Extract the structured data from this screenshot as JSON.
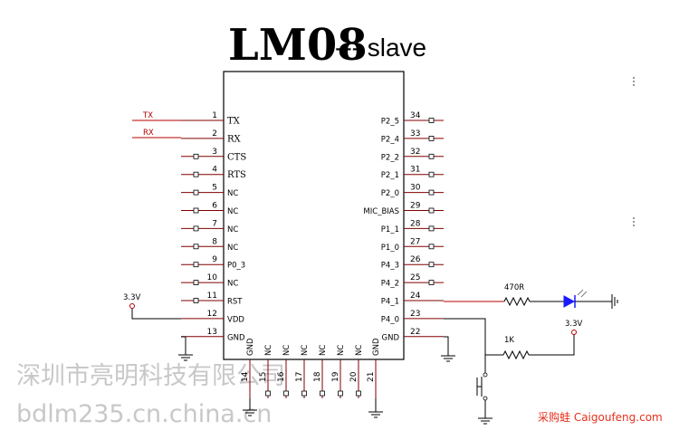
{
  "title": {
    "part": "LM08",
    "suffix": "--- slave"
  },
  "left_pins": [
    {
      "num": "1",
      "name": "TX",
      "serif": true,
      "net": "TX"
    },
    {
      "num": "2",
      "name": "RX",
      "serif": true,
      "net": "RX"
    },
    {
      "num": "3",
      "name": "CTS",
      "serif": true,
      "nc": true
    },
    {
      "num": "4",
      "name": "RTS",
      "serif": true,
      "nc": true
    },
    {
      "num": "5",
      "name": "NC",
      "nc": true
    },
    {
      "num": "6",
      "name": "NC",
      "nc": true
    },
    {
      "num": "7",
      "name": "NC",
      "nc": true
    },
    {
      "num": "8",
      "name": "NC",
      "nc": true
    },
    {
      "num": "9",
      "name": "P0_3",
      "nc": true
    },
    {
      "num": "10",
      "name": "NC",
      "nc": true
    },
    {
      "num": "11",
      "name": "RST",
      "nc": true
    },
    {
      "num": "12",
      "name": "VDD"
    },
    {
      "num": "13",
      "name": "GND"
    }
  ],
  "right_pins": [
    {
      "num": "34",
      "name": "P2_5",
      "nc": true
    },
    {
      "num": "33",
      "name": "P2_4",
      "nc": true
    },
    {
      "num": "32",
      "name": "P2_2",
      "nc": true
    },
    {
      "num": "31",
      "name": "P2_1",
      "nc": true
    },
    {
      "num": "30",
      "name": "P2_0",
      "nc": true
    },
    {
      "num": "29",
      "name": "MIC_BIAS",
      "nc": true
    },
    {
      "num": "28",
      "name": "P1_1",
      "nc": true
    },
    {
      "num": "27",
      "name": "P1_0",
      "nc": true
    },
    {
      "num": "26",
      "name": "P4_3",
      "nc": true
    },
    {
      "num": "25",
      "name": "P4_2",
      "nc": true
    },
    {
      "num": "24",
      "name": "P4_1"
    },
    {
      "num": "23",
      "name": "P4_0"
    },
    {
      "num": "22",
      "name": "GND"
    }
  ],
  "bottom_pins": [
    {
      "num": "14",
      "name": "GND"
    },
    {
      "num": "15",
      "name": "NC",
      "nc": true
    },
    {
      "num": "16",
      "name": "NC",
      "nc": true
    },
    {
      "num": "17",
      "name": "NC",
      "nc": true
    },
    {
      "num": "18",
      "name": "NC",
      "nc": true
    },
    {
      "num": "19",
      "name": "NC",
      "nc": true
    },
    {
      "num": "20",
      "name": "NC",
      "nc": true
    },
    {
      "num": "21",
      "name": "GND"
    }
  ],
  "labels": {
    "vdd_left": "3.3V",
    "vdd_right": "3.3V",
    "resistor_led": "470R",
    "resistor_pullup": "1K"
  },
  "watermark": {
    "line1": "深圳市亮明科技有限公司",
    "line2": "bdlm235.cn.china.cn"
  },
  "footer": {
    "text": "采购蛙 Caigoufeng.com"
  },
  "colors": {
    "signal": "#b40000",
    "pin": "#800000",
    "led": "#1a1aff",
    "footer": "#e8301c",
    "watermark": "#c8c8c8"
  }
}
